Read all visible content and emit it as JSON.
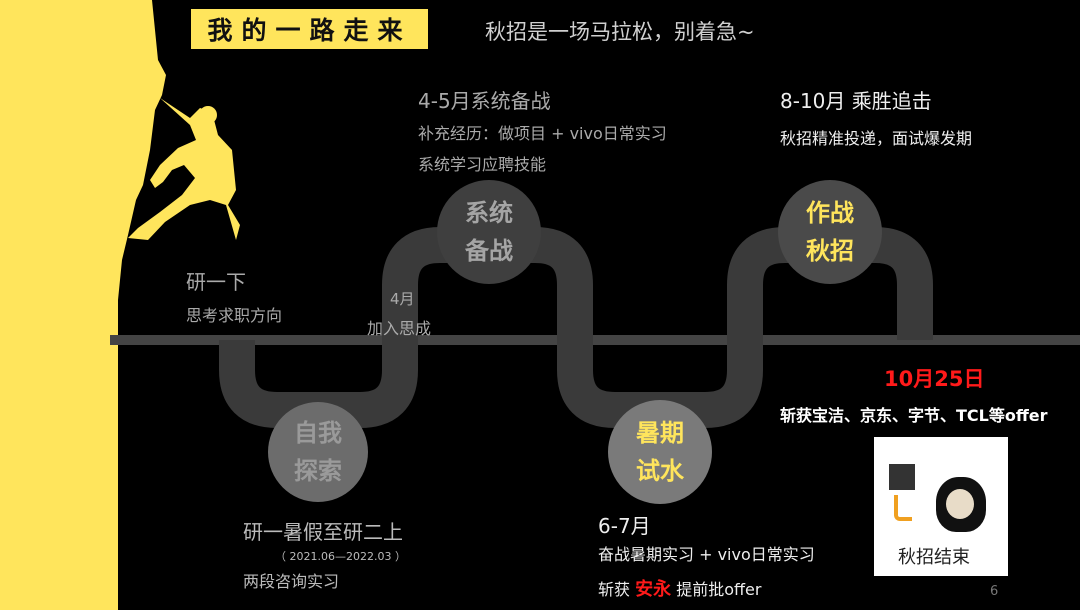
{
  "title": "我的一路走来",
  "subtitle": "秋招是一场马拉松，别着急~",
  "stages": [
    {
      "circle": "自我探索",
      "heading": "研一暑假至研二上",
      "date_range": "（ 2021.06—2022.03 ）",
      "detail": "两段咨询实习"
    },
    {
      "circle": "系统备战",
      "heading": "4-5月系统备战",
      "lines": [
        "补充经历：做项目 + vivo日常实习",
        "系统学习应聘技能"
      ]
    },
    {
      "circle": "暑期试水",
      "heading": "6-7月",
      "lines": [
        "奋战暑期实习 + vivo日常实习"
      ],
      "offer_prefix": "斩获",
      "offer_company": "安永",
      "offer_suffix": "提前批offer"
    },
    {
      "circle": "作战秋招",
      "heading": "8-10月 乘胜追击",
      "lines": [
        "秋招精准投递，面试爆发期"
      ]
    }
  ],
  "start": {
    "heading": "研一下",
    "detail": "思考求职方向"
  },
  "april": {
    "heading": "4月",
    "detail": "加入思成"
  },
  "result": {
    "date": "10月25日",
    "detail": "斩获宝洁、京东、字节、TCL等offer",
    "meme_caption": "秋招结束"
  },
  "page_number": "6",
  "colors": {
    "accent_yellow": "#ffe55c",
    "highlight_red": "#ff1a1a",
    "track_grey": "#3a3a3a"
  }
}
